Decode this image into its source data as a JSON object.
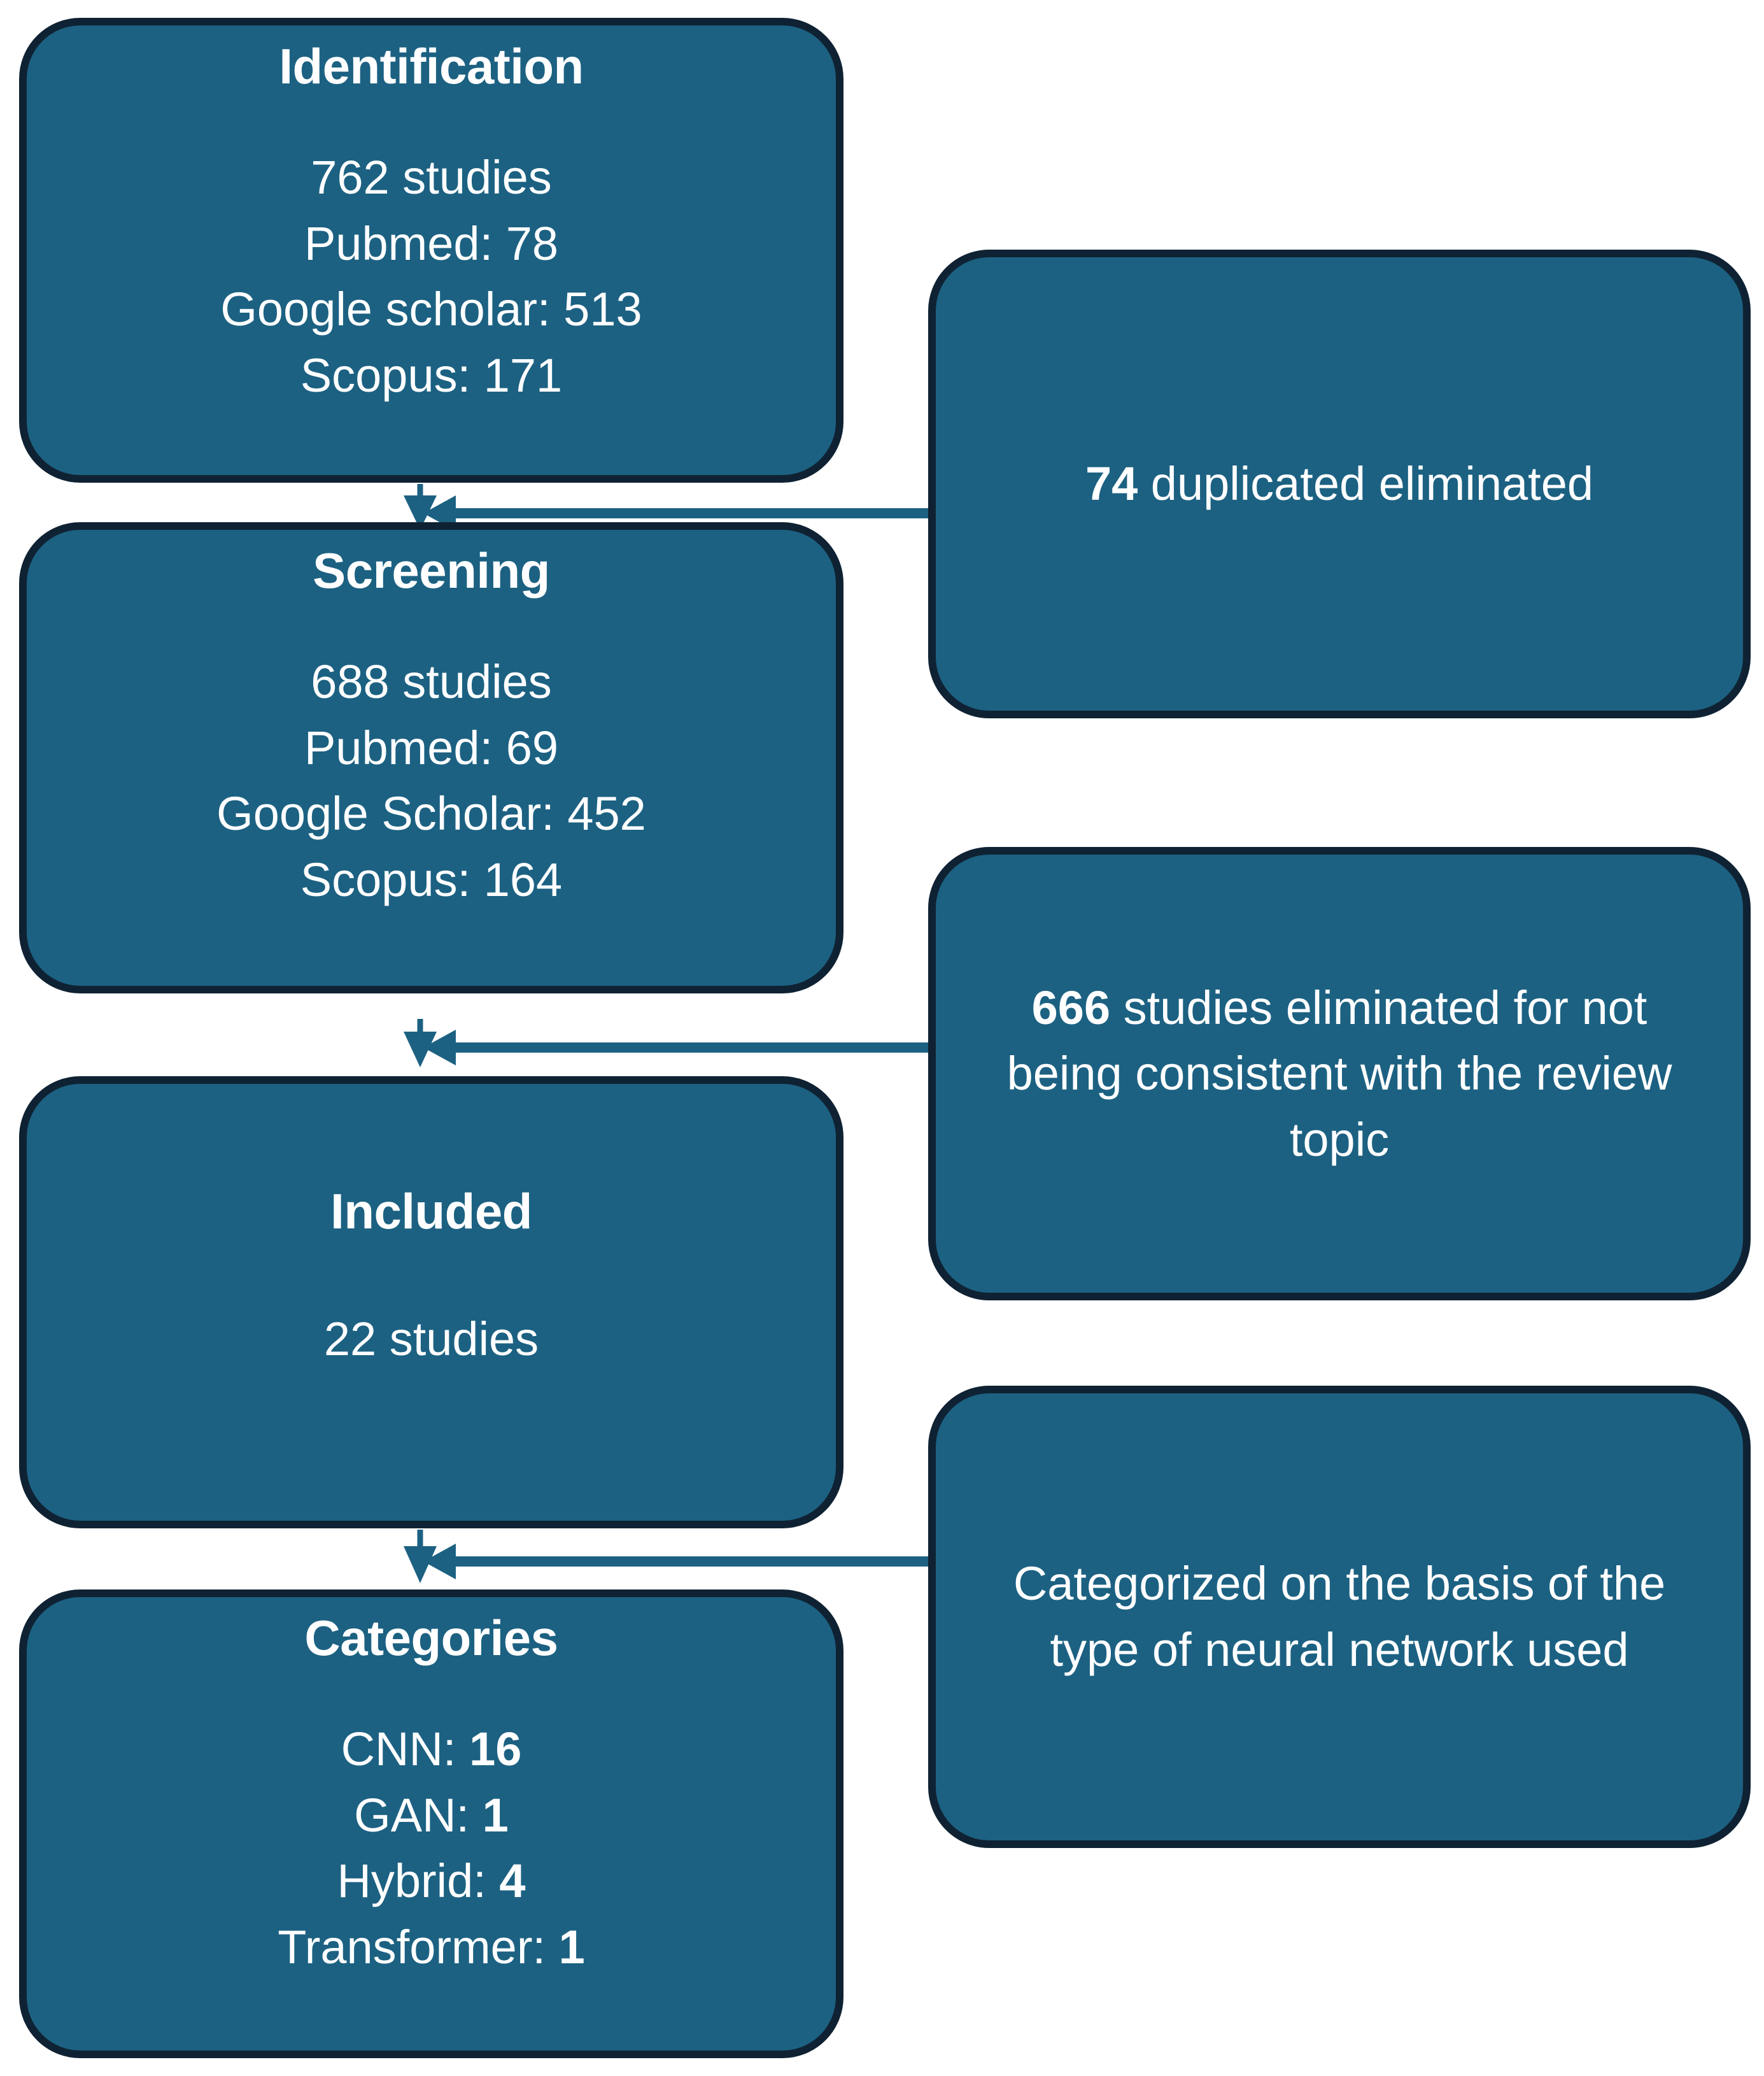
{
  "diagram": {
    "type": "prisma-flow-diagram",
    "colors": {
      "box_fill": "#1C6182",
      "box_stroke": "#0F2233",
      "connector": "#1C6182",
      "text": "#FFFFFF",
      "background": "#FFFFFF"
    },
    "stages": {
      "identification": {
        "title": "Identification",
        "lines": [
          "762 studies",
          "Pubmed: 78",
          "Google scholar: 513",
          "Scopus: 171"
        ],
        "total": 762,
        "sources": [
          {
            "name": "Pubmed",
            "count": 78
          },
          {
            "name": "Google scholar",
            "count": 513
          },
          {
            "name": "Scopus",
            "count": 171
          }
        ]
      },
      "screening": {
        "title": "Screening",
        "lines": [
          "688 studies",
          "Pubmed: 69",
          "Google Scholar: 452",
          "Scopus: 164"
        ],
        "total": 688,
        "sources": [
          {
            "name": "Pubmed",
            "count": 69
          },
          {
            "name": "Google Scholar",
            "count": 452
          },
          {
            "name": "Scopus",
            "count": 164
          }
        ]
      },
      "included": {
        "title": "Included",
        "lines": [
          "22 studies"
        ],
        "total": 22
      },
      "categories": {
        "title": "Categories",
        "lines": [
          {
            "label": "CNN:",
            "value": "16"
          },
          {
            "label": "GAN:",
            "value": "1"
          },
          {
            "label": "Hybrid:",
            "value": "4"
          },
          {
            "label": "Transformer:",
            "value": "1"
          }
        ]
      }
    },
    "exclusions": {
      "duplicates": {
        "lead": "74",
        "text": " duplicated eliminated",
        "count": 74
      },
      "off_topic": {
        "lead": "666",
        "text": " studies eliminated for not being consistent with the review topic",
        "count": 666
      },
      "categorization_note": {
        "lead": "",
        "text": "Categorized on the basis of the type of neural network used"
      }
    }
  }
}
